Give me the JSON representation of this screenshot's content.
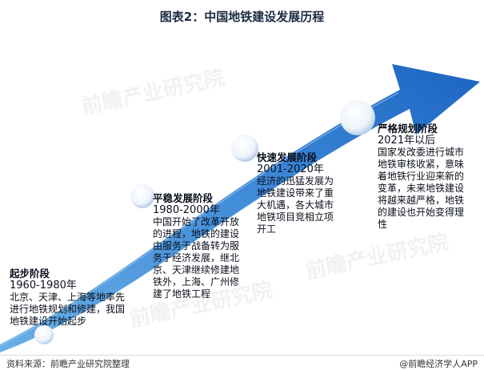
{
  "title": "图表2：中国地铁建设发展历程",
  "stages": [
    {
      "name": "起步阶段",
      "years": "1960-1980年",
      "desc": "北京、天津、上海等地率先\n进行地铁规划和修建，我国\n地铁建设开始起步"
    },
    {
      "name": "平稳发展阶段",
      "years": "1980-2000年",
      "desc": "中国开始了改革开放\n的进程，地铁的建设\n由服务于战备转为服\n务于经济发展，继北\n京、天津继续修建地\n铁外，上海、广州修\n建了地铁工程"
    },
    {
      "name": "快速发展阶段",
      "years": "2001-2020年",
      "desc": "经济的迅猛发展为\n地铁建设带来了重\n大机遇，各大城市\n地铁项目竞相立项\n开工"
    },
    {
      "name": "严格规划阶段",
      "years": "2021年以后",
      "desc": "国家发改委进行城市\n地铁审核收紧，意味\n着地铁行业迎来新的\n变革，未来地铁建设\n将越来越严格，地铁\n的建设也开始变得理\n性"
    }
  ],
  "watermark": "前瞻产业研究院",
  "footer": {
    "source": "资料来源：前瞻产业研究院整理",
    "brand": "@前瞻经济学人APP"
  },
  "colors": {
    "arrow_light": "#6aaee6",
    "arrow_dark": "#1c64c2",
    "text": "#0a0f1a"
  }
}
